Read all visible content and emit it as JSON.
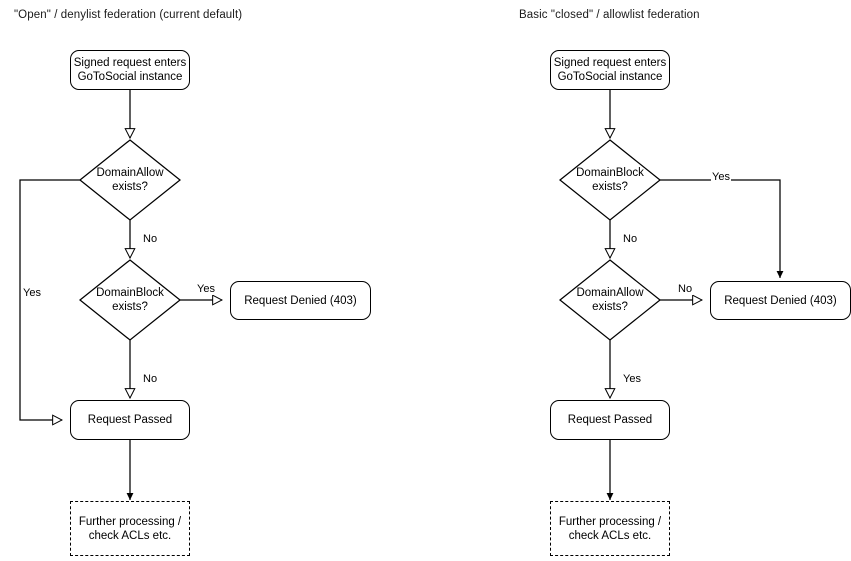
{
  "diagram": {
    "type": "flowchart",
    "background": "#ffffff",
    "stroke_color": "#000000",
    "text_color": "#000000",
    "panels": [
      {
        "id": "open-denylist",
        "title": "\"Open\" / denylist federation (current default)",
        "nodes": [
          {
            "id": "entry-left",
            "shape": "rounded-rect",
            "label": "Signed request enters\nGoToSocial instance"
          },
          {
            "id": "allow-left",
            "shape": "diamond",
            "label": "DomainAllow\nexists?"
          },
          {
            "id": "block-left",
            "shape": "diamond",
            "label": "DomainBlock\nexists?"
          },
          {
            "id": "denied-left",
            "shape": "rounded-rect",
            "label": "Request Denied (403)"
          },
          {
            "id": "passed-left",
            "shape": "rounded-rect",
            "label": "Request Passed"
          },
          {
            "id": "further-left",
            "shape": "dashed-rect",
            "label": "Further processing /\ncheck ACLs etc."
          }
        ],
        "edges": [
          {
            "from": "entry-left",
            "to": "allow-left",
            "label": "",
            "arrow": "open"
          },
          {
            "from": "allow-left",
            "to": "block-left",
            "label": "No",
            "arrow": "open"
          },
          {
            "from": "allow-left",
            "to": "passed-left",
            "label": "Yes",
            "arrow": "open"
          },
          {
            "from": "block-left",
            "to": "denied-left",
            "label": "Yes",
            "arrow": "open"
          },
          {
            "from": "block-left",
            "to": "passed-left",
            "label": "No",
            "arrow": "open"
          },
          {
            "from": "passed-left",
            "to": "further-left",
            "label": "",
            "arrow": "filled"
          }
        ]
      },
      {
        "id": "closed-allowlist",
        "title": "Basic \"closed\" / allowlist federation",
        "nodes": [
          {
            "id": "entry-right",
            "shape": "rounded-rect",
            "label": "Signed request enters\nGoToSocial instance"
          },
          {
            "id": "block-right",
            "shape": "diamond",
            "label": "DomainBlock\nexists?"
          },
          {
            "id": "allow-right",
            "shape": "diamond",
            "label": "DomainAllow\nexists?"
          },
          {
            "id": "denied-right",
            "shape": "rounded-rect",
            "label": "Request Denied (403)"
          },
          {
            "id": "passed-right",
            "shape": "rounded-rect",
            "label": "Request Passed"
          },
          {
            "id": "further-right",
            "shape": "dashed-rect",
            "label": "Further processing /\ncheck ACLs etc."
          }
        ],
        "edges": [
          {
            "from": "entry-right",
            "to": "allow-right",
            "label": "",
            "arrow": "open"
          },
          {
            "from": "block-right",
            "to": "denied-right",
            "label": "Yes",
            "arrow": "filled"
          },
          {
            "from": "block-right",
            "to": "allow-right",
            "label": "No",
            "arrow": "open"
          },
          {
            "from": "allow-right",
            "to": "denied-right",
            "label": "No",
            "arrow": "open"
          },
          {
            "from": "allow-right",
            "to": "passed-right",
            "label": "Yes",
            "arrow": "open"
          },
          {
            "from": "passed-right",
            "to": "further-right",
            "label": "",
            "arrow": "filled"
          }
        ]
      }
    ]
  }
}
